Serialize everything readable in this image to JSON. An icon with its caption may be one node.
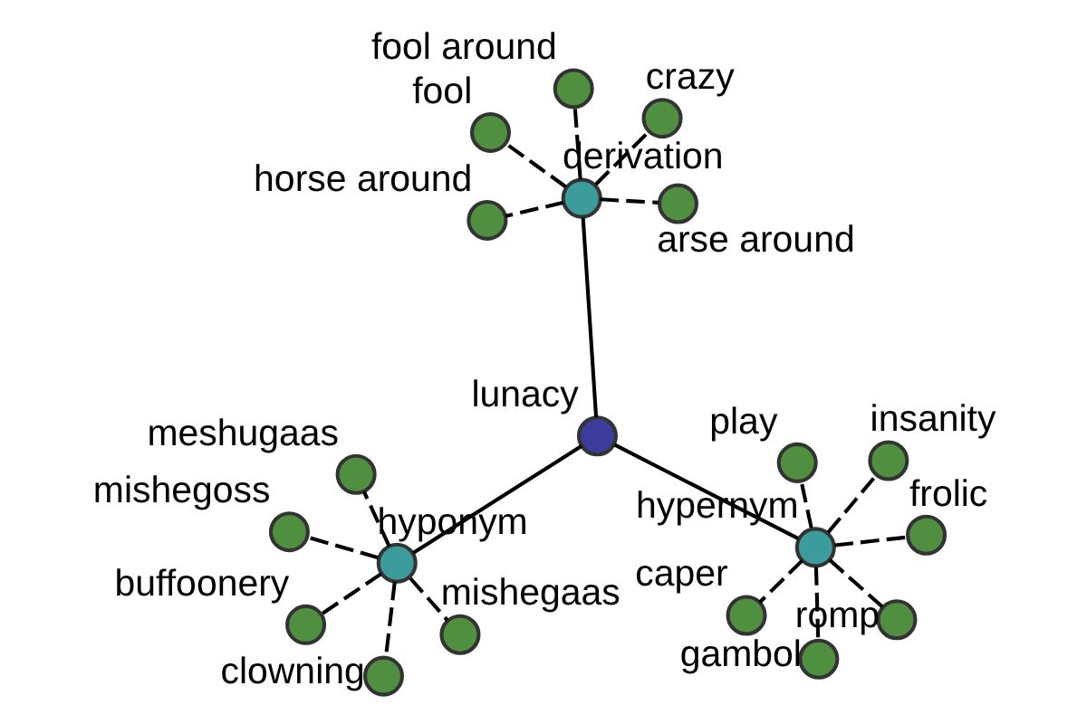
{
  "diagram": {
    "nodes": [
      {
        "text": [
          "lunacy"
        ]
      },
      {
        "text": [
          "hyponym"
        ]
      },
      {
        "text": [
          "clowning"
        ]
      },
      {
        "text": [
          "meshugaas"
        ]
      },
      {
        "text": [
          "mishegaas"
        ]
      },
      {
        "text": [
          "mishegoss"
        ]
      },
      {
        "text": [
          "buffoonery"
        ]
      },
      {
        "text": [
          "hypernym"
        ]
      },
      {
        "text": [
          "caper"
        ]
      },
      {
        "text": [
          "romp"
        ]
      },
      {
        "text": [
          "gambol"
        ]
      },
      {
        "text": [
          "play"
        ]
      },
      {
        "text": [
          "frolic"
        ]
      },
      {
        "text": [
          "insanity"
        ]
      },
      {
        "text": [
          "derivation"
        ]
      },
      {
        "text": [
          "arse around"
        ]
      },
      {
        "text": [
          "crazy"
        ]
      },
      {
        "text": [
          "fool around"
        ]
      },
      {
        "text": [
          "fool"
        ]
      },
      {
        "text": [
          "horse around"
        ]
      }
    ],
    "edges": [
      {
        "from": 0,
        "to": 1,
        "arrow": "none"
      },
      {
        "from": 0,
        "to": 7,
        "arrow": "none"
      },
      {
        "from": 0,
        "to": 14,
        "arrow": "none"
      },
      {
        "from": 1,
        "to": 2,
        "arrow": "none",
        "style": "dashed"
      },
      {
        "from": 1,
        "to": 3,
        "arrow": "none",
        "style": "dashed"
      },
      {
        "from": 1,
        "to": 4,
        "arrow": "none",
        "style": "dashed"
      },
      {
        "from": 1,
        "to": 5,
        "arrow": "none",
        "style": "dashed"
      },
      {
        "from": 1,
        "to": 6,
        "arrow": "none",
        "style": "dashed"
      },
      {
        "from": 7,
        "to": 8,
        "arrow": "none",
        "style": "dashed"
      },
      {
        "from": 7,
        "to": 9,
        "arrow": "none",
        "style": "dashed"
      },
      {
        "from": 7,
        "to": 10,
        "arrow": "none",
        "style": "dashed"
      },
      {
        "from": 7,
        "to": 11,
        "arrow": "none",
        "style": "dashed"
      },
      {
        "from": 7,
        "to": 12,
        "arrow": "none",
        "style": "dashed"
      },
      {
        "from": 7,
        "to": 13,
        "arrow": "none",
        "style": "dashed"
      },
      {
        "from": 14,
        "to": 15,
        "arrow": "none",
        "style": "dashed"
      },
      {
        "from": 14,
        "to": 16,
        "arrow": "none",
        "style": "dashed"
      },
      {
        "from": 14,
        "to": 17,
        "arrow": "none",
        "style": "dashed"
      },
      {
        "from": 14,
        "to": 18,
        "arrow": "none",
        "style": "dashed"
      },
      {
        "from": 14,
        "to": 19,
        "arrow": "none",
        "style": "dashed"
      }
    ]
  }
}
